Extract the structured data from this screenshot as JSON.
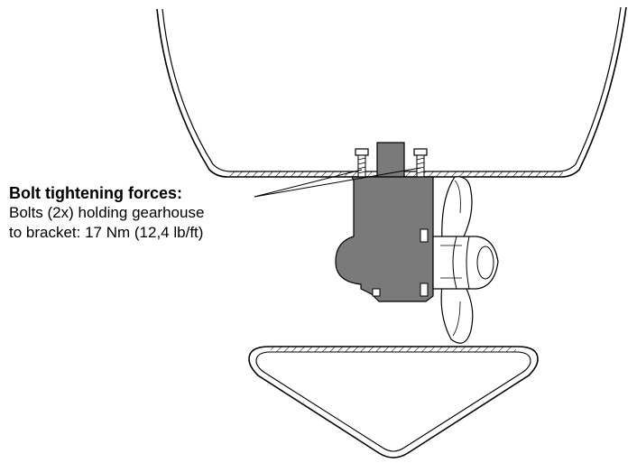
{
  "annotation": {
    "title": "Bolt tightening forces:",
    "lines": [
      "Bolts (2x) holding gearhouse",
      "to bracket: 17 Nm (12,4 lb/ft)"
    ]
  },
  "colors": {
    "line": "#000000",
    "gearhouse_fill": "#7a7a7a",
    "background": "#ffffff"
  }
}
